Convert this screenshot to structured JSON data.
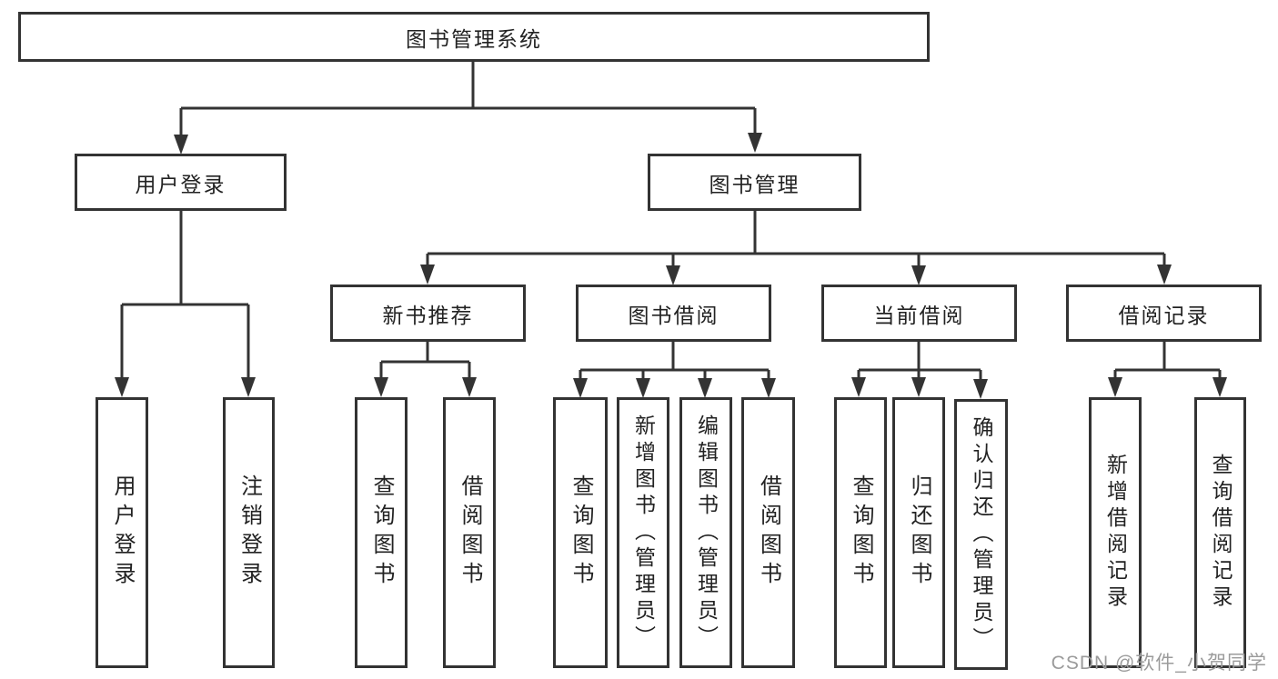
{
  "colors": {
    "line": "#333333",
    "text": "#222222",
    "box_background": "#ffffff",
    "page_background": "#ffffff",
    "watermark": "#9b9b9b"
  },
  "tree": {
    "root": {
      "label": "图书管理系统"
    },
    "branches": [
      {
        "label": "用户登录",
        "children": [
          "用户登录",
          "注销登录"
        ]
      },
      {
        "label": "图书管理",
        "sections": [
          {
            "label": "新书推荐",
            "children": [
              "查询图书",
              "借阅图书"
            ]
          },
          {
            "label": "图书借阅",
            "children": [
              "查询图书",
              "新增图书（管理员）",
              "编辑图书（管理员）",
              "借阅图书"
            ]
          },
          {
            "label": "当前借阅",
            "children": [
              "查询图书",
              "归还图书",
              "确认归还（管理员）"
            ]
          },
          {
            "label": "借阅记录",
            "children": [
              "新增借阅记录",
              "查询借阅记录"
            ]
          }
        ]
      }
    ]
  },
  "watermark": {
    "text": "CSDN @软件_小贺同学"
  }
}
